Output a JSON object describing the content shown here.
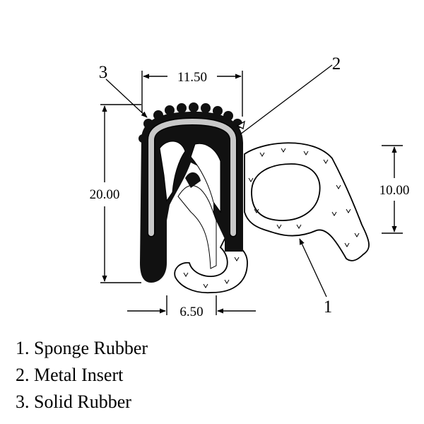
{
  "colors": {
    "solid_rubber": "#111111",
    "metal_insert": "#c8c8c8",
    "sponge_rubber": "#ffffff",
    "line": "#000000"
  },
  "dimensions": {
    "top_width": "11.50",
    "height": "20.00",
    "bulb_height": "10.00",
    "bottom_width": "6.50"
  },
  "callouts": {
    "one": "1",
    "two": "2",
    "three": "3"
  },
  "legend": [
    "1. Sponge Rubber",
    "2. Metal Insert",
    "3. Solid Rubber"
  ]
}
